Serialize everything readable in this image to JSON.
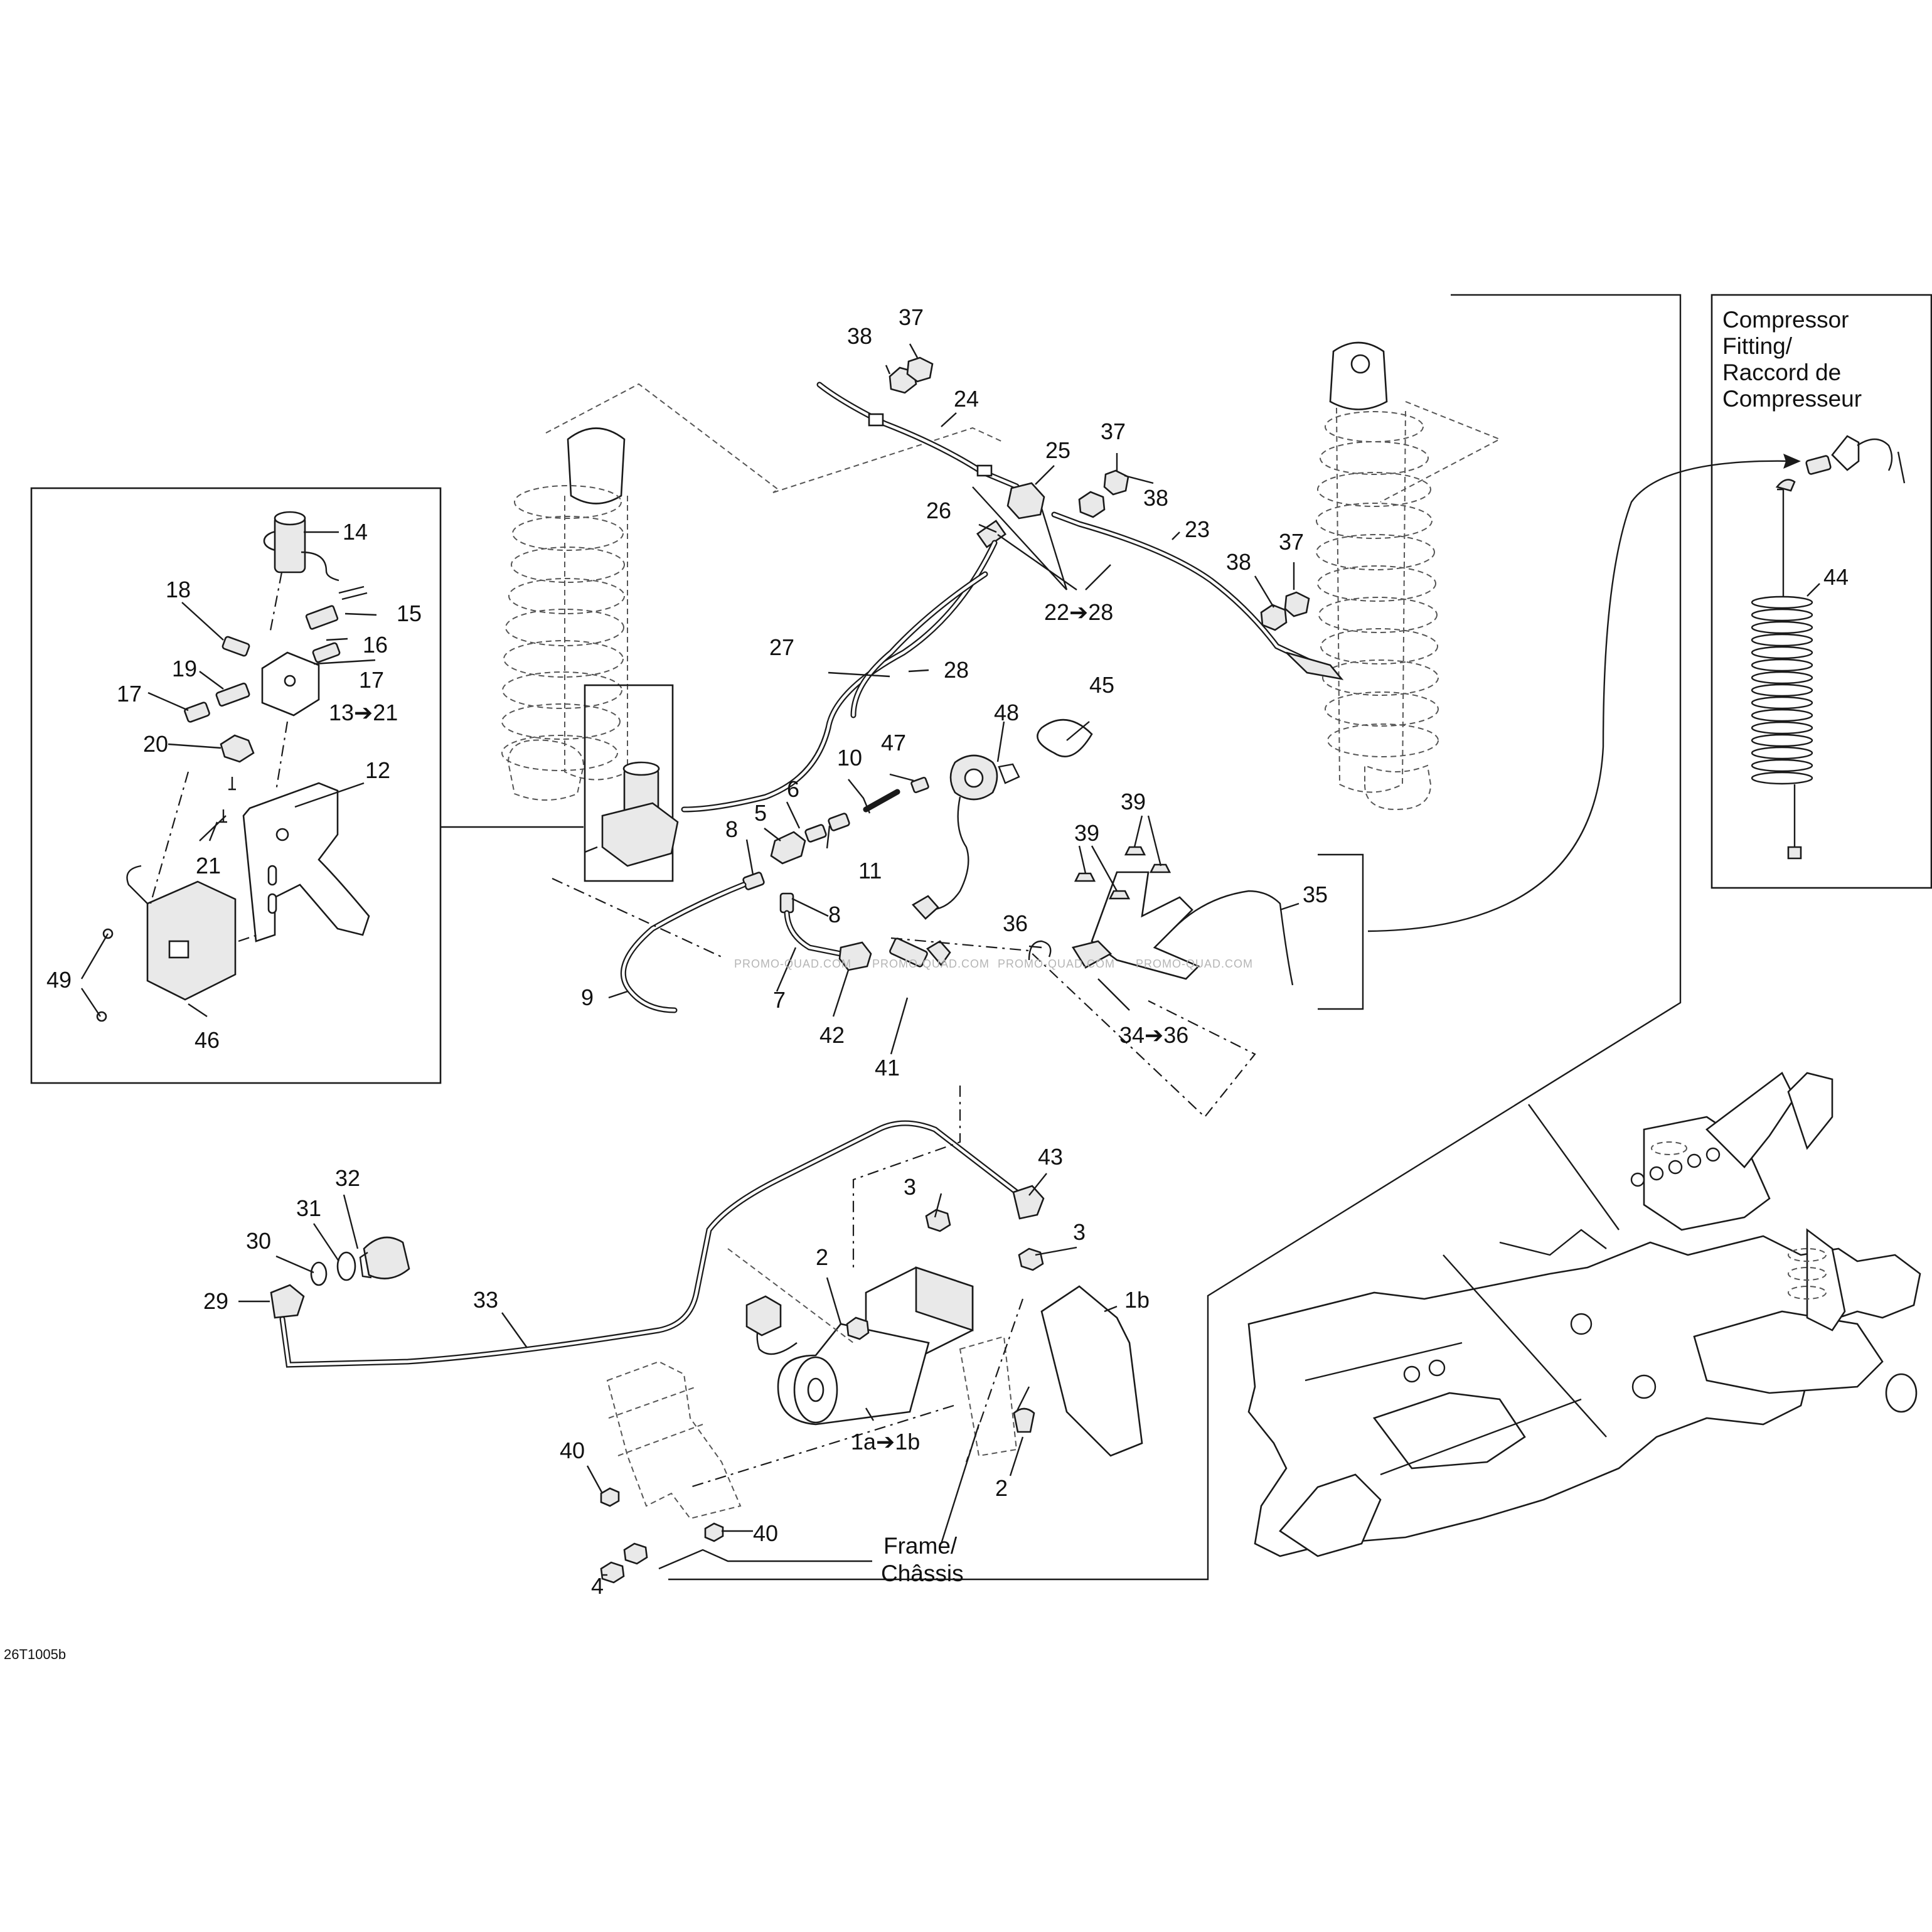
{
  "figure_code": "26T1005b",
  "watermark": "PROMO-QUAD.COM",
  "notes": {
    "compressor_fitting": [
      "Compressor",
      "Fitting/",
      "Raccord de",
      "Compresseur"
    ],
    "frame": [
      "Frame/",
      "Châssis"
    ]
  },
  "callouts": {
    "c1ab": "1a➔1b",
    "c1b": "1b",
    "c2a": "2",
    "c2b": "2",
    "c3a": "3",
    "c3b": "3",
    "c4": "4",
    "c5": "5",
    "c6": "6",
    "c7": "7",
    "c8a": "8",
    "c8b": "8",
    "c9": "9",
    "c10": "10",
    "c11": "11",
    "c12": "12",
    "c13": "13➔21",
    "c14": "14",
    "c15": "15",
    "c16": "16",
    "c17a": "17",
    "c17b": "17",
    "c18": "18",
    "c19": "19",
    "c20": "20",
    "c21": "21",
    "c22": "22➔28",
    "c23": "23",
    "c24": "24",
    "c25": "25",
    "c26": "26",
    "c27": "27",
    "c28": "28",
    "c29": "29",
    "c30": "30",
    "c31": "31",
    "c32": "32",
    "c33": "33",
    "c34": "34➔36",
    "c35": "35",
    "c36": "36",
    "c37a": "37",
    "c37b": "37",
    "c37c": "37",
    "c38a": "38",
    "c38b": "38",
    "c38c": "38",
    "c39a": "39",
    "c39b": "39",
    "c40a": "40",
    "c40b": "40",
    "c41": "41",
    "c42": "42",
    "c43": "43",
    "c44": "44",
    "c45": "45",
    "c46": "46",
    "c47": "47",
    "c48": "48",
    "c49": "49"
  }
}
